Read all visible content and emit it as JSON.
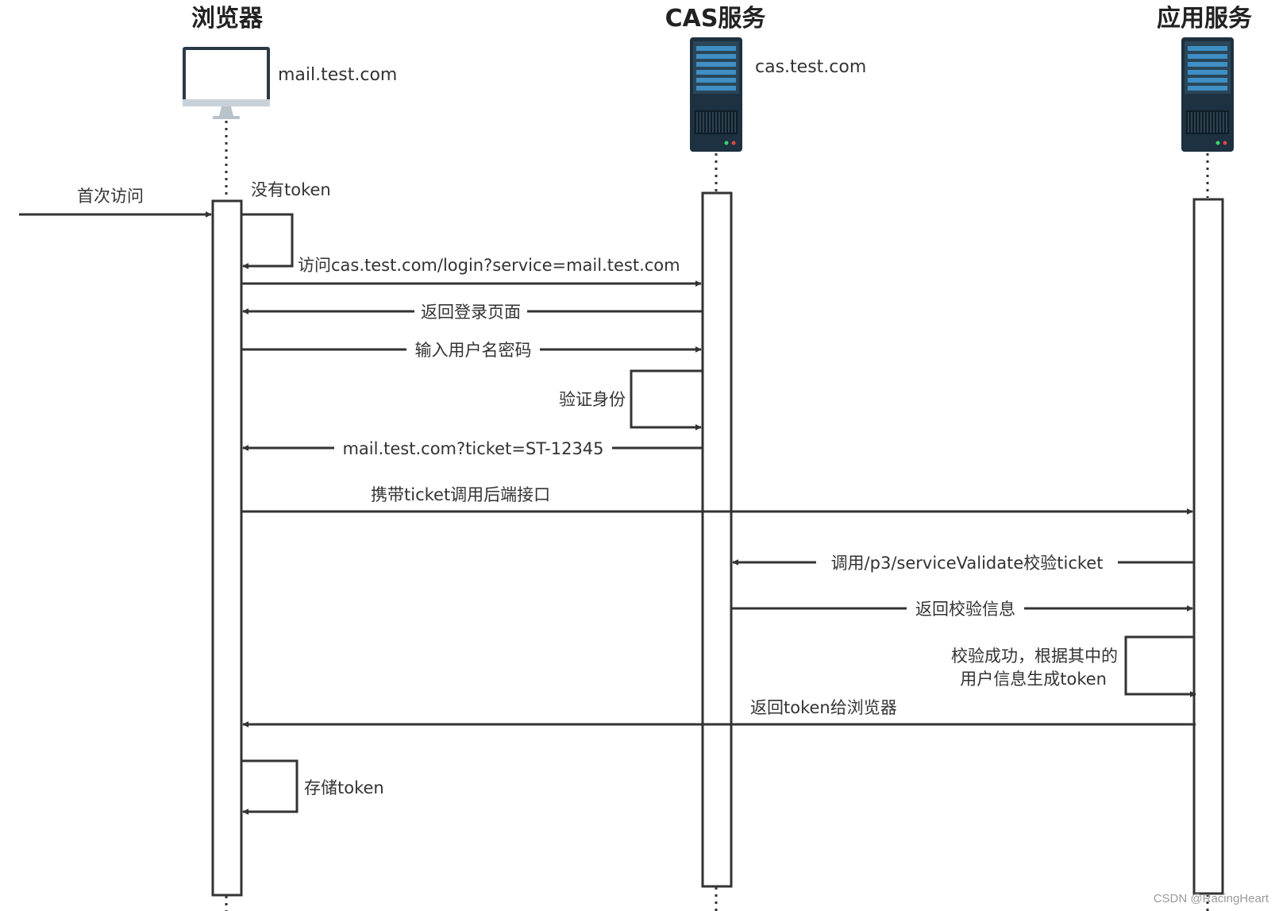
{
  "actors": {
    "browser": {
      "title": "浏览器",
      "host": "mail.test.com"
    },
    "cas": {
      "title": "CAS服务",
      "host": "cas.test.com"
    },
    "app": {
      "title": "应用服务"
    }
  },
  "messages": {
    "first_visit": "首次访问",
    "no_token": "没有token",
    "visit_login": "访问cas.test.com/login?service=mail.test.com",
    "return_login_page": "返回登录页面",
    "input_credentials": "输入用户名密码",
    "verify_identity": "验证身份",
    "redirect_ticket": "mail.test.com?ticket=ST-12345",
    "call_backend": "携带ticket调用后端接口",
    "validate_ticket": "调用/p3/serviceValidate校验ticket",
    "return_validation": "返回校验信息",
    "gen_token_line1": "校验成功，根据其中的",
    "gen_token_line2": "用户信息生成token",
    "return_token": "返回token给浏览器",
    "store_token": "存储token"
  },
  "watermark": "CSDN @RacingHeart"
}
